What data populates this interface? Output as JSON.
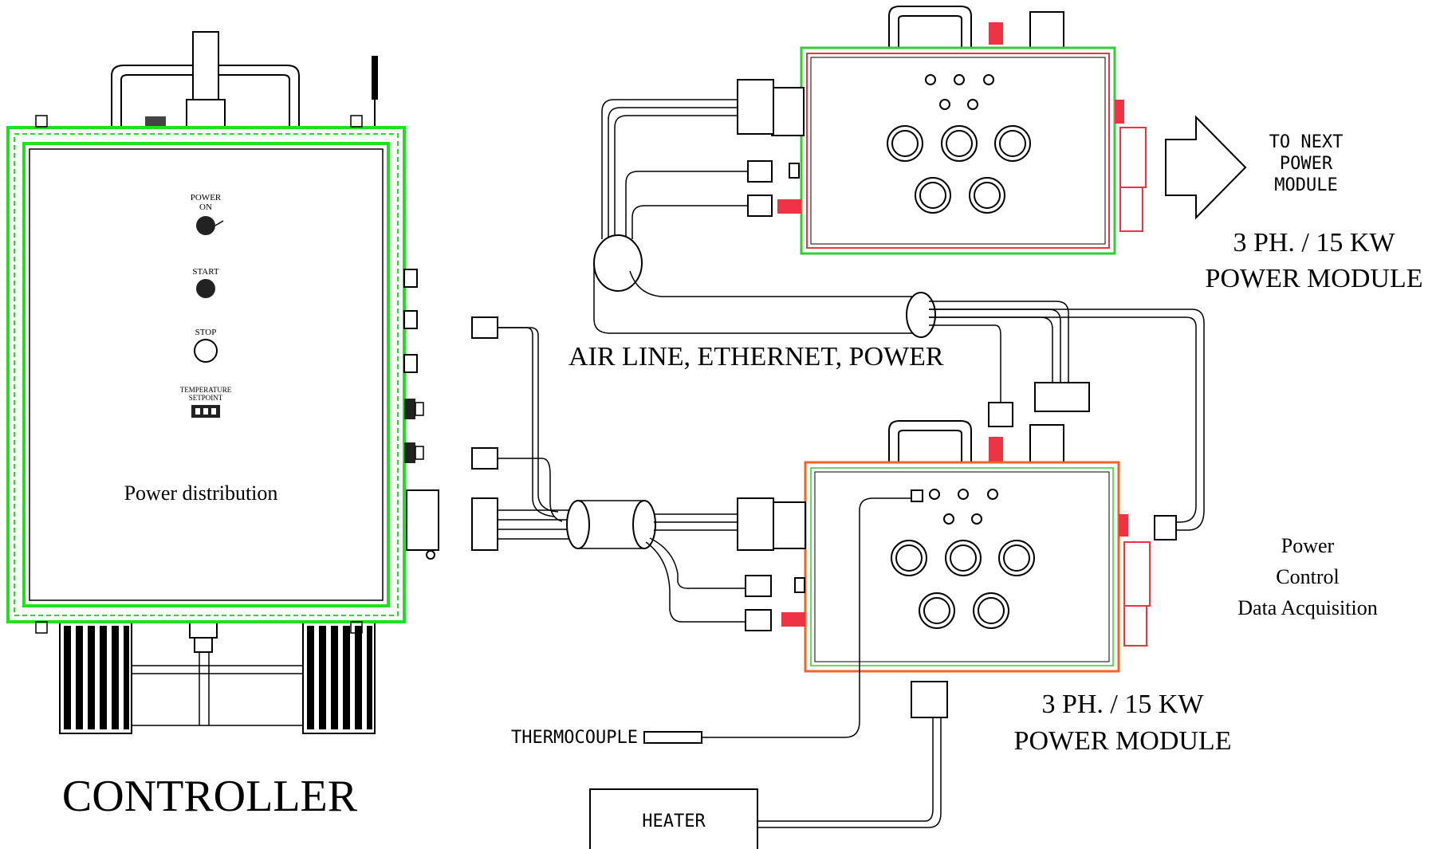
{
  "controller": {
    "title": "CONTROLLER",
    "panel_label": "Power distribution",
    "power_on_label_line1": "POWER",
    "power_on_label_line2": "ON",
    "start_label": "START",
    "stop_label": "STOP",
    "temp_label_line1": "TEMPERATURE",
    "temp_label_line2": "SETPOINT",
    "frame_color": "#22dd22"
  },
  "power_module_top": {
    "label_line1": "3 PH. / 15 KW",
    "label_line2": "POWER MODULE",
    "frame_color": "#33cc33",
    "accent_color": "#ee3344"
  },
  "power_module_bottom": {
    "label_line1": "3 PH. / 15 KW",
    "label_line2": "POWER MODULE",
    "frame_color": "#ee6622",
    "accent_color": "#ee3344"
  },
  "next_module": {
    "line1": "TO NEXT",
    "line2": "POWER",
    "line3": "MODULE"
  },
  "cable_label": "AIR LINE, ETHERNET, POWER",
  "pcda": {
    "line1": "Power",
    "line2": "Control",
    "line3": "Data Acquisition"
  },
  "thermocouple_label": "THERMOCOUPLE",
  "heater_label": "HEATER"
}
